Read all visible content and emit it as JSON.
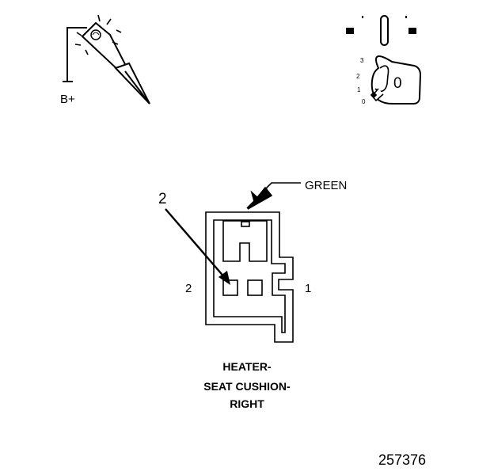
{
  "probe": {
    "supply_label": "B+"
  },
  "ignition": {
    "positions": [
      "3",
      "2",
      "1",
      "0"
    ],
    "key_mark": "0"
  },
  "connector": {
    "wire_color_label": "GREEN",
    "callout_number": "2",
    "pin_left_label": "2",
    "pin_right_label": "1",
    "caption_lines": [
      "HEATER-",
      "SEAT CUSHION-",
      "RIGHT"
    ]
  },
  "figure_number": "257376"
}
